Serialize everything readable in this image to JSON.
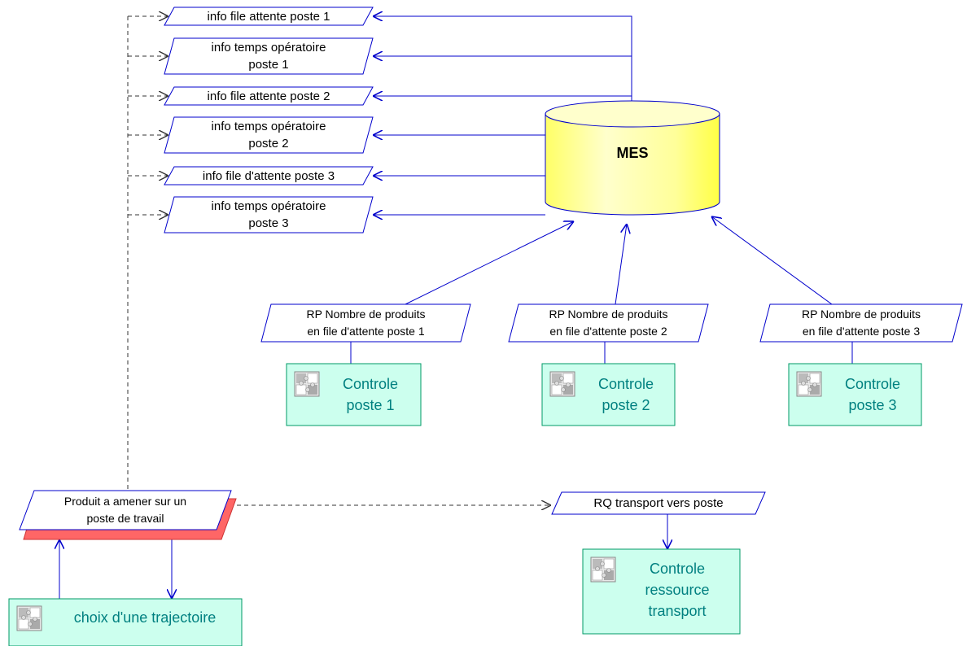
{
  "database": {
    "label": "MES"
  },
  "info_flows": [
    {
      "label": "info file attente poste 1"
    },
    {
      "label": "info temps opératoire\nposte 1"
    },
    {
      "label": "info file attente poste 2"
    },
    {
      "label": "info temps opératoire\nposte 2"
    },
    {
      "label": "info file d'attente poste 3"
    },
    {
      "label": "info temps opératoire\nposte 3"
    }
  ],
  "reports": [
    {
      "label": "RP Nombre de produits\nen file d'attente poste 1"
    },
    {
      "label": "RP Nombre de produits\nen file d'attente poste 2"
    },
    {
      "label": "RP Nombre de produits\nen file d'attente poste 3"
    }
  ],
  "controls": [
    {
      "label": "Controle\nposte 1"
    },
    {
      "label": "Controle\nposte 2"
    },
    {
      "label": "Controle\nposte 3"
    }
  ],
  "product": {
    "label": "Produit a amener sur un\nposte de travail"
  },
  "request": {
    "label": "RQ transport vers poste"
  },
  "transport_control": {
    "label": "Controle\nressource\ntransport"
  },
  "trajectory": {
    "label": "choix d'une trajectoire"
  },
  "colors": {
    "line_blue": "#0000cc",
    "cylinder_fill": "#ffff99",
    "process_fill": "#ccffee",
    "process_border": "#009966",
    "process_text": "#008080",
    "shadow_red": "#ff6666"
  }
}
